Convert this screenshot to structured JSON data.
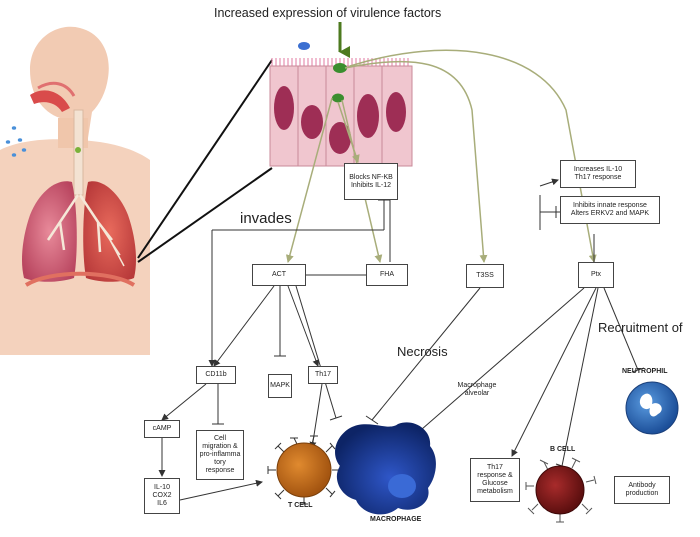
{
  "title": "Increased expression of virulence factors",
  "labels": {
    "invades": "invades",
    "necrosis": "Necrosis",
    "recruitment": "Recruitment of",
    "neutrophil": "NEUTROPHIL",
    "macrophage_alveolar": "Macrophage alveolar",
    "b_cell": "B CELL",
    "t_cell": "T CELL",
    "macrophage": "MACROPHAGE"
  },
  "boxes": {
    "blocks_nfkb": [
      "Blocks NF-KB",
      "Inhibits IL-12"
    ],
    "increases_il10": [
      "Increases IL-10",
      "Th17 response"
    ],
    "inhibits_innate": [
      "Inhibits innate response",
      "Alters ERKV2 and MAPK"
    ],
    "act": [
      "ACT"
    ],
    "fha": [
      "FHA"
    ],
    "t3ss": [
      "T3SS"
    ],
    "ptx": [
      "Ptx"
    ],
    "cd11b": [
      "CD11b"
    ],
    "mapk": [
      "MAPK"
    ],
    "th17": [
      "Th17"
    ],
    "camp": [
      "cAMP"
    ],
    "cell_migration": [
      "Cell",
      "migration &",
      "pro-inflamma",
      "tory",
      "response"
    ],
    "il10_cox2": [
      "IL-10",
      "COX2",
      "IL6"
    ],
    "th17_glucose": [
      "Th17",
      "response &",
      "Glucose",
      "metabolism"
    ],
    "antibody": [
      "Antibody",
      "production"
    ]
  },
  "colors": {
    "arrow_olive": "#a8ad7a",
    "epithelium_pink": "#f0c6cf",
    "nucleus": "#9e2e55",
    "tcell": "#c46a17",
    "macrophage": "#13338a",
    "bcell": "#7e1a1a",
    "neutrophil": "#2f6fbf",
    "bacterium": "#3b8e2f"
  },
  "icons": [
    "human-respiratory-illustration",
    "bacterium-icon",
    "epithelial-cells-illustration"
  ]
}
